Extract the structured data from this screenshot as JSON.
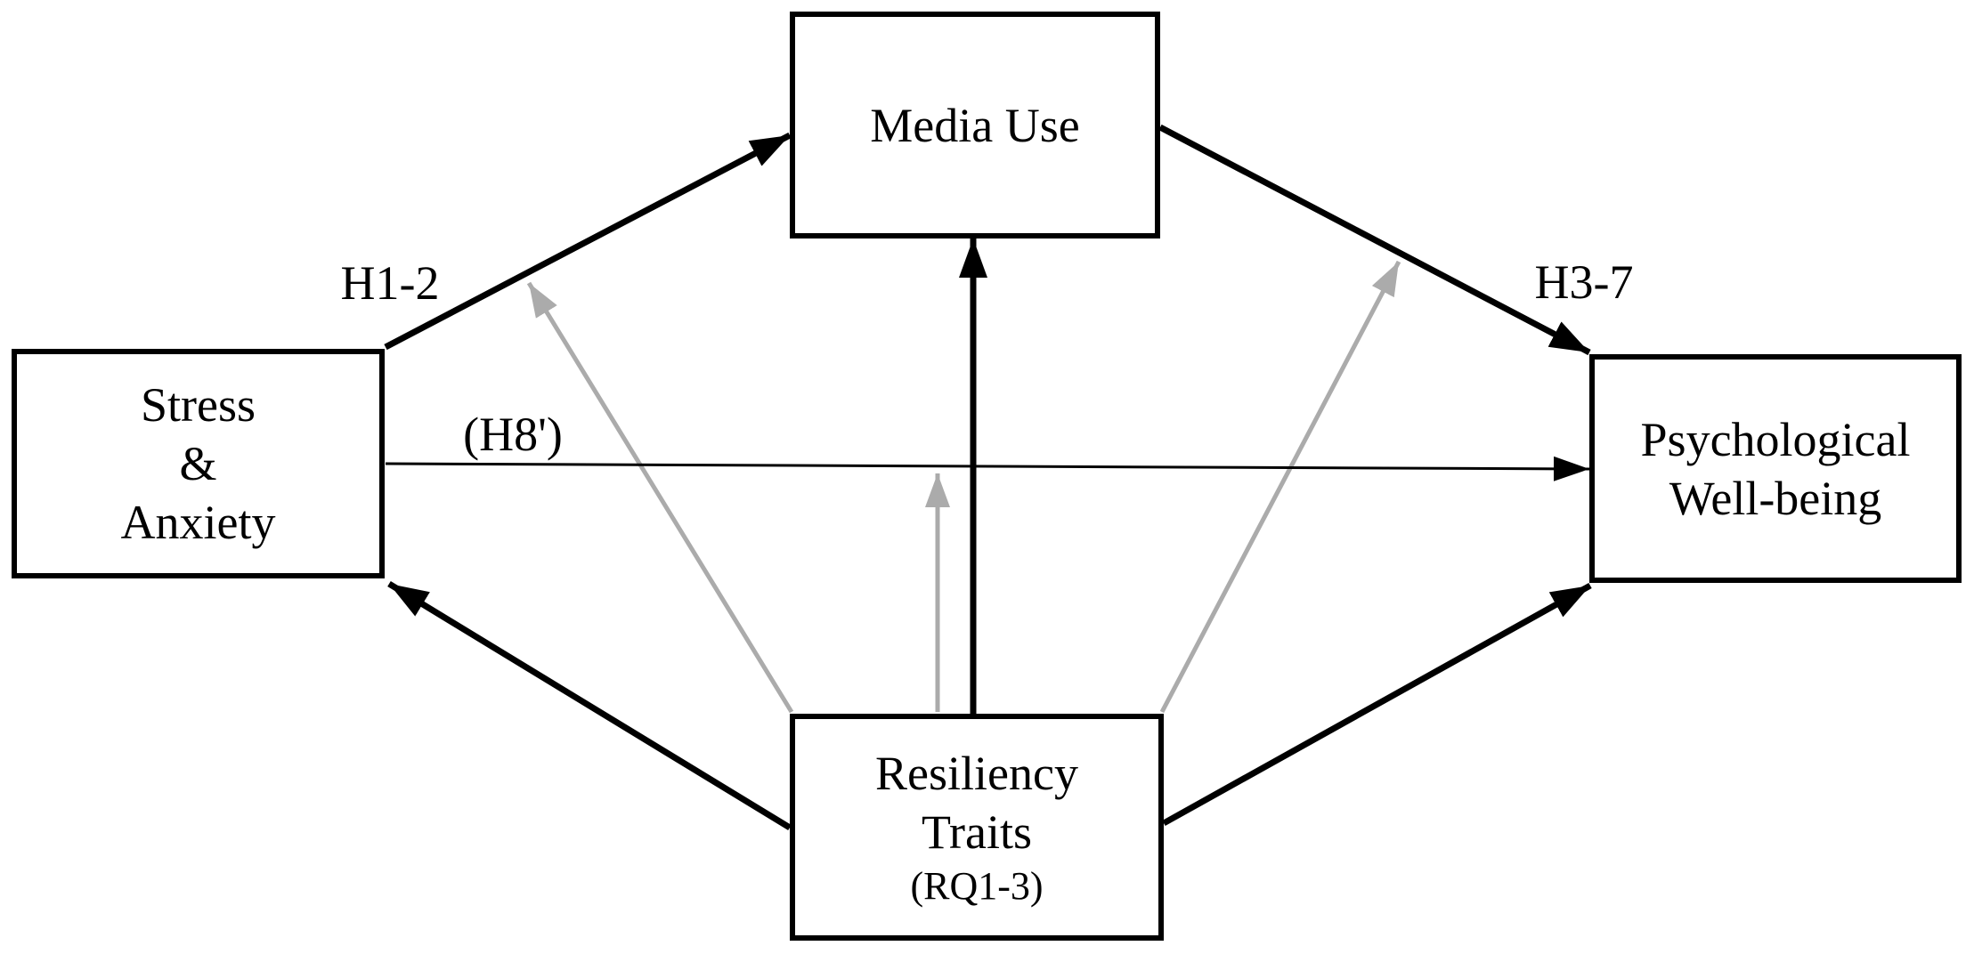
{
  "diagram": {
    "type": "path-model",
    "background": "#ffffff"
  },
  "nodes": {
    "media": {
      "lines": [
        "Media Use"
      ]
    },
    "stress": {
      "lines": [
        "Stress",
        "&",
        "Anxiety"
      ]
    },
    "wellbeing": {
      "lines": [
        "Psychological",
        "Well-being"
      ]
    },
    "resiliency": {
      "lines": [
        "Resiliency",
        "Traits"
      ],
      "sub": "(RQ1-3)"
    }
  },
  "edge_labels": {
    "h12": "H1-2",
    "h37": "H3-7",
    "h8": "(H8')"
  },
  "edges": [
    {
      "id": "stress-to-media",
      "from": "stress",
      "to": "media",
      "label": "H1-2",
      "color": "#000000",
      "weight": "thick"
    },
    {
      "id": "media-to-wellbeing",
      "from": "media",
      "to": "wellbeing",
      "label": "H3-7",
      "color": "#000000",
      "weight": "thick"
    },
    {
      "id": "stress-to-wellbeing",
      "from": "stress",
      "to": "wellbeing",
      "label": "(H8')",
      "color": "#000000",
      "weight": "thin"
    },
    {
      "id": "resiliency-to-stress",
      "from": "resiliency",
      "to": "stress",
      "label": "",
      "color": "#000000",
      "weight": "thick"
    },
    {
      "id": "resiliency-to-media",
      "from": "resiliency",
      "to": "media",
      "label": "",
      "color": "#000000",
      "weight": "thick"
    },
    {
      "id": "resiliency-to-wellbeing",
      "from": "resiliency",
      "to": "wellbeing",
      "label": "",
      "color": "#000000",
      "weight": "thick"
    },
    {
      "id": "resiliency-moderates-h12",
      "from": "resiliency",
      "to": "path-h12",
      "label": "",
      "color": "#ababab",
      "weight": "gray"
    },
    {
      "id": "resiliency-moderates-h8",
      "from": "resiliency",
      "to": "path-h8",
      "label": "",
      "color": "#ababab",
      "weight": "gray"
    },
    {
      "id": "resiliency-moderates-h37",
      "from": "resiliency",
      "to": "path-h37",
      "label": "",
      "color": "#ababab",
      "weight": "gray"
    }
  ],
  "colors": {
    "arrow_black": "#000000",
    "arrow_gray": "#ababab",
    "node_border": "#000000",
    "text": "#000000"
  }
}
